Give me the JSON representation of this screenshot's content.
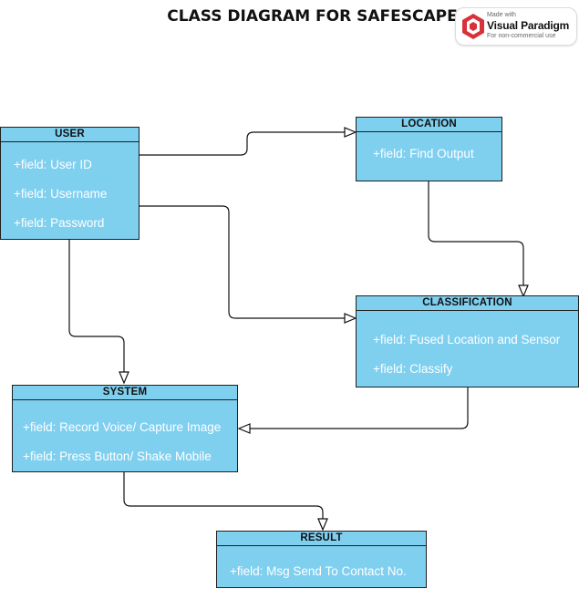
{
  "title": "CLASS DIAGRAM FOR SAFESCAPE",
  "watermark": {
    "line1": "Made with",
    "brand": "Visual Paradigm",
    "line3": "For non-commercial use"
  },
  "colors": {
    "class_fill": "#7fcfef",
    "class_border": "#1f1f1f",
    "field_text": "#ffffff"
  },
  "classes": {
    "user": {
      "name": "USER",
      "fields": [
        "+field: User ID",
        "+field: Username",
        "+field: Password"
      ]
    },
    "location": {
      "name": "LOCATION",
      "fields": [
        "+field: Find Output"
      ]
    },
    "classification": {
      "name": "CLASSIFICATION",
      "fields": [
        "+field: Fused Location and Sensor",
        "+field: Classify"
      ]
    },
    "system": {
      "name": "SYSTEM",
      "fields": [
        "+field: Record Voice/ Capture Image",
        "+field: Press Button/ Shake Mobile"
      ]
    },
    "result": {
      "name": "RESULT",
      "fields": [
        "+field: Msg Send To Contact No."
      ]
    }
  },
  "relations": [
    {
      "from": "USER",
      "to": "LOCATION",
      "type": "generalization"
    },
    {
      "from": "USER",
      "to": "CLASSIFICATION",
      "type": "generalization"
    },
    {
      "from": "USER",
      "to": "SYSTEM",
      "type": "generalization"
    },
    {
      "from": "LOCATION",
      "to": "CLASSIFICATION",
      "type": "generalization"
    },
    {
      "from": "CLASSIFICATION",
      "to": "SYSTEM",
      "type": "generalization"
    },
    {
      "from": "SYSTEM",
      "to": "RESULT",
      "type": "generalization"
    }
  ]
}
